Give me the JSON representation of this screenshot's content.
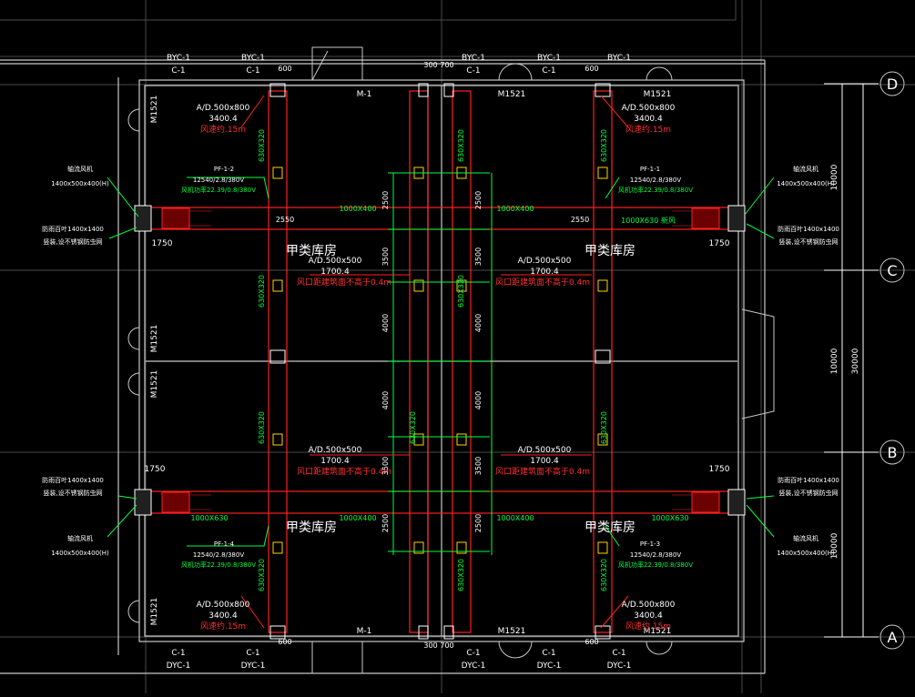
{
  "colors": {
    "background": "#000000",
    "wall": "#c8c8c8",
    "duct": "#ff2020",
    "duct_label": "#ff3030",
    "dimension": "#00ff40",
    "text": "#ffffff",
    "yellow": "#ffd200",
    "grid": "#7a7a7a",
    "axis_line": "#4a4a4a"
  },
  "grid_axes": {
    "d_label": "D",
    "c_label": "C",
    "b_label": "B",
    "a_label": "A"
  },
  "dims_right": {
    "dc": "10000",
    "cb": "10000",
    "ba": "10000",
    "total": "30000"
  },
  "rooms": {
    "top_left": "甲类库房",
    "top_right": "甲类库房",
    "bottom_left": "甲类库房",
    "bottom_right": "甲类库房"
  },
  "doors": {
    "m1_top": "M-1",
    "m1_bottom": "M-1",
    "m1521_top_right": "M1521",
    "m1521_top_mid": "M1521",
    "m1521_bottom_mid": "M1521",
    "m1521_bottom_right": "M1521",
    "m1521_left_top": "M1521",
    "m1521_left_mid": "M1521",
    "m1521_left_low": "M1521",
    "m1521_left_bottom": "M1521"
  },
  "columns": {
    "c1": "C-1",
    "byc1": "BYC-1",
    "dyc1": "DYC-1"
  },
  "outlets": {
    "top_label": "A/D.500x800",
    "top_flow": "3400.4",
    "top_speed": "风速约.15m",
    "mid_label": "A/D.500x500",
    "mid_flow": "1700.4",
    "mid_note": "风口距建筑面不高于0.4m"
  },
  "ducts": {
    "main_horizontal": "1000X400",
    "branch_vertical": "630X320",
    "side_duct": "1000X630",
    "side_duct_note": "1000X630 新风"
  },
  "fans": {
    "tag_1_1": "PF-1-1",
    "tag_1_2": "PF-1-2",
    "tag_1_3": "PF-1-3",
    "tag_1_4": "PF-1-4",
    "spec": "12540/2.8/380V",
    "spec2": "风机功率22.39/0.8/380V",
    "fan_label": "轴流风机",
    "fan_size": "1400x500x400(H)",
    "louver": "防雨百叶1400x1400",
    "louver_note": "竖装,设不锈钢防虫网",
    "dim_1750": "1750",
    "dim_600": "600",
    "dim_300": "300",
    "dim_700": "700"
  },
  "dims_mid": {
    "d2500": "2500",
    "d3500": "3500",
    "d4000": "4000",
    "d2550": "2550"
  }
}
